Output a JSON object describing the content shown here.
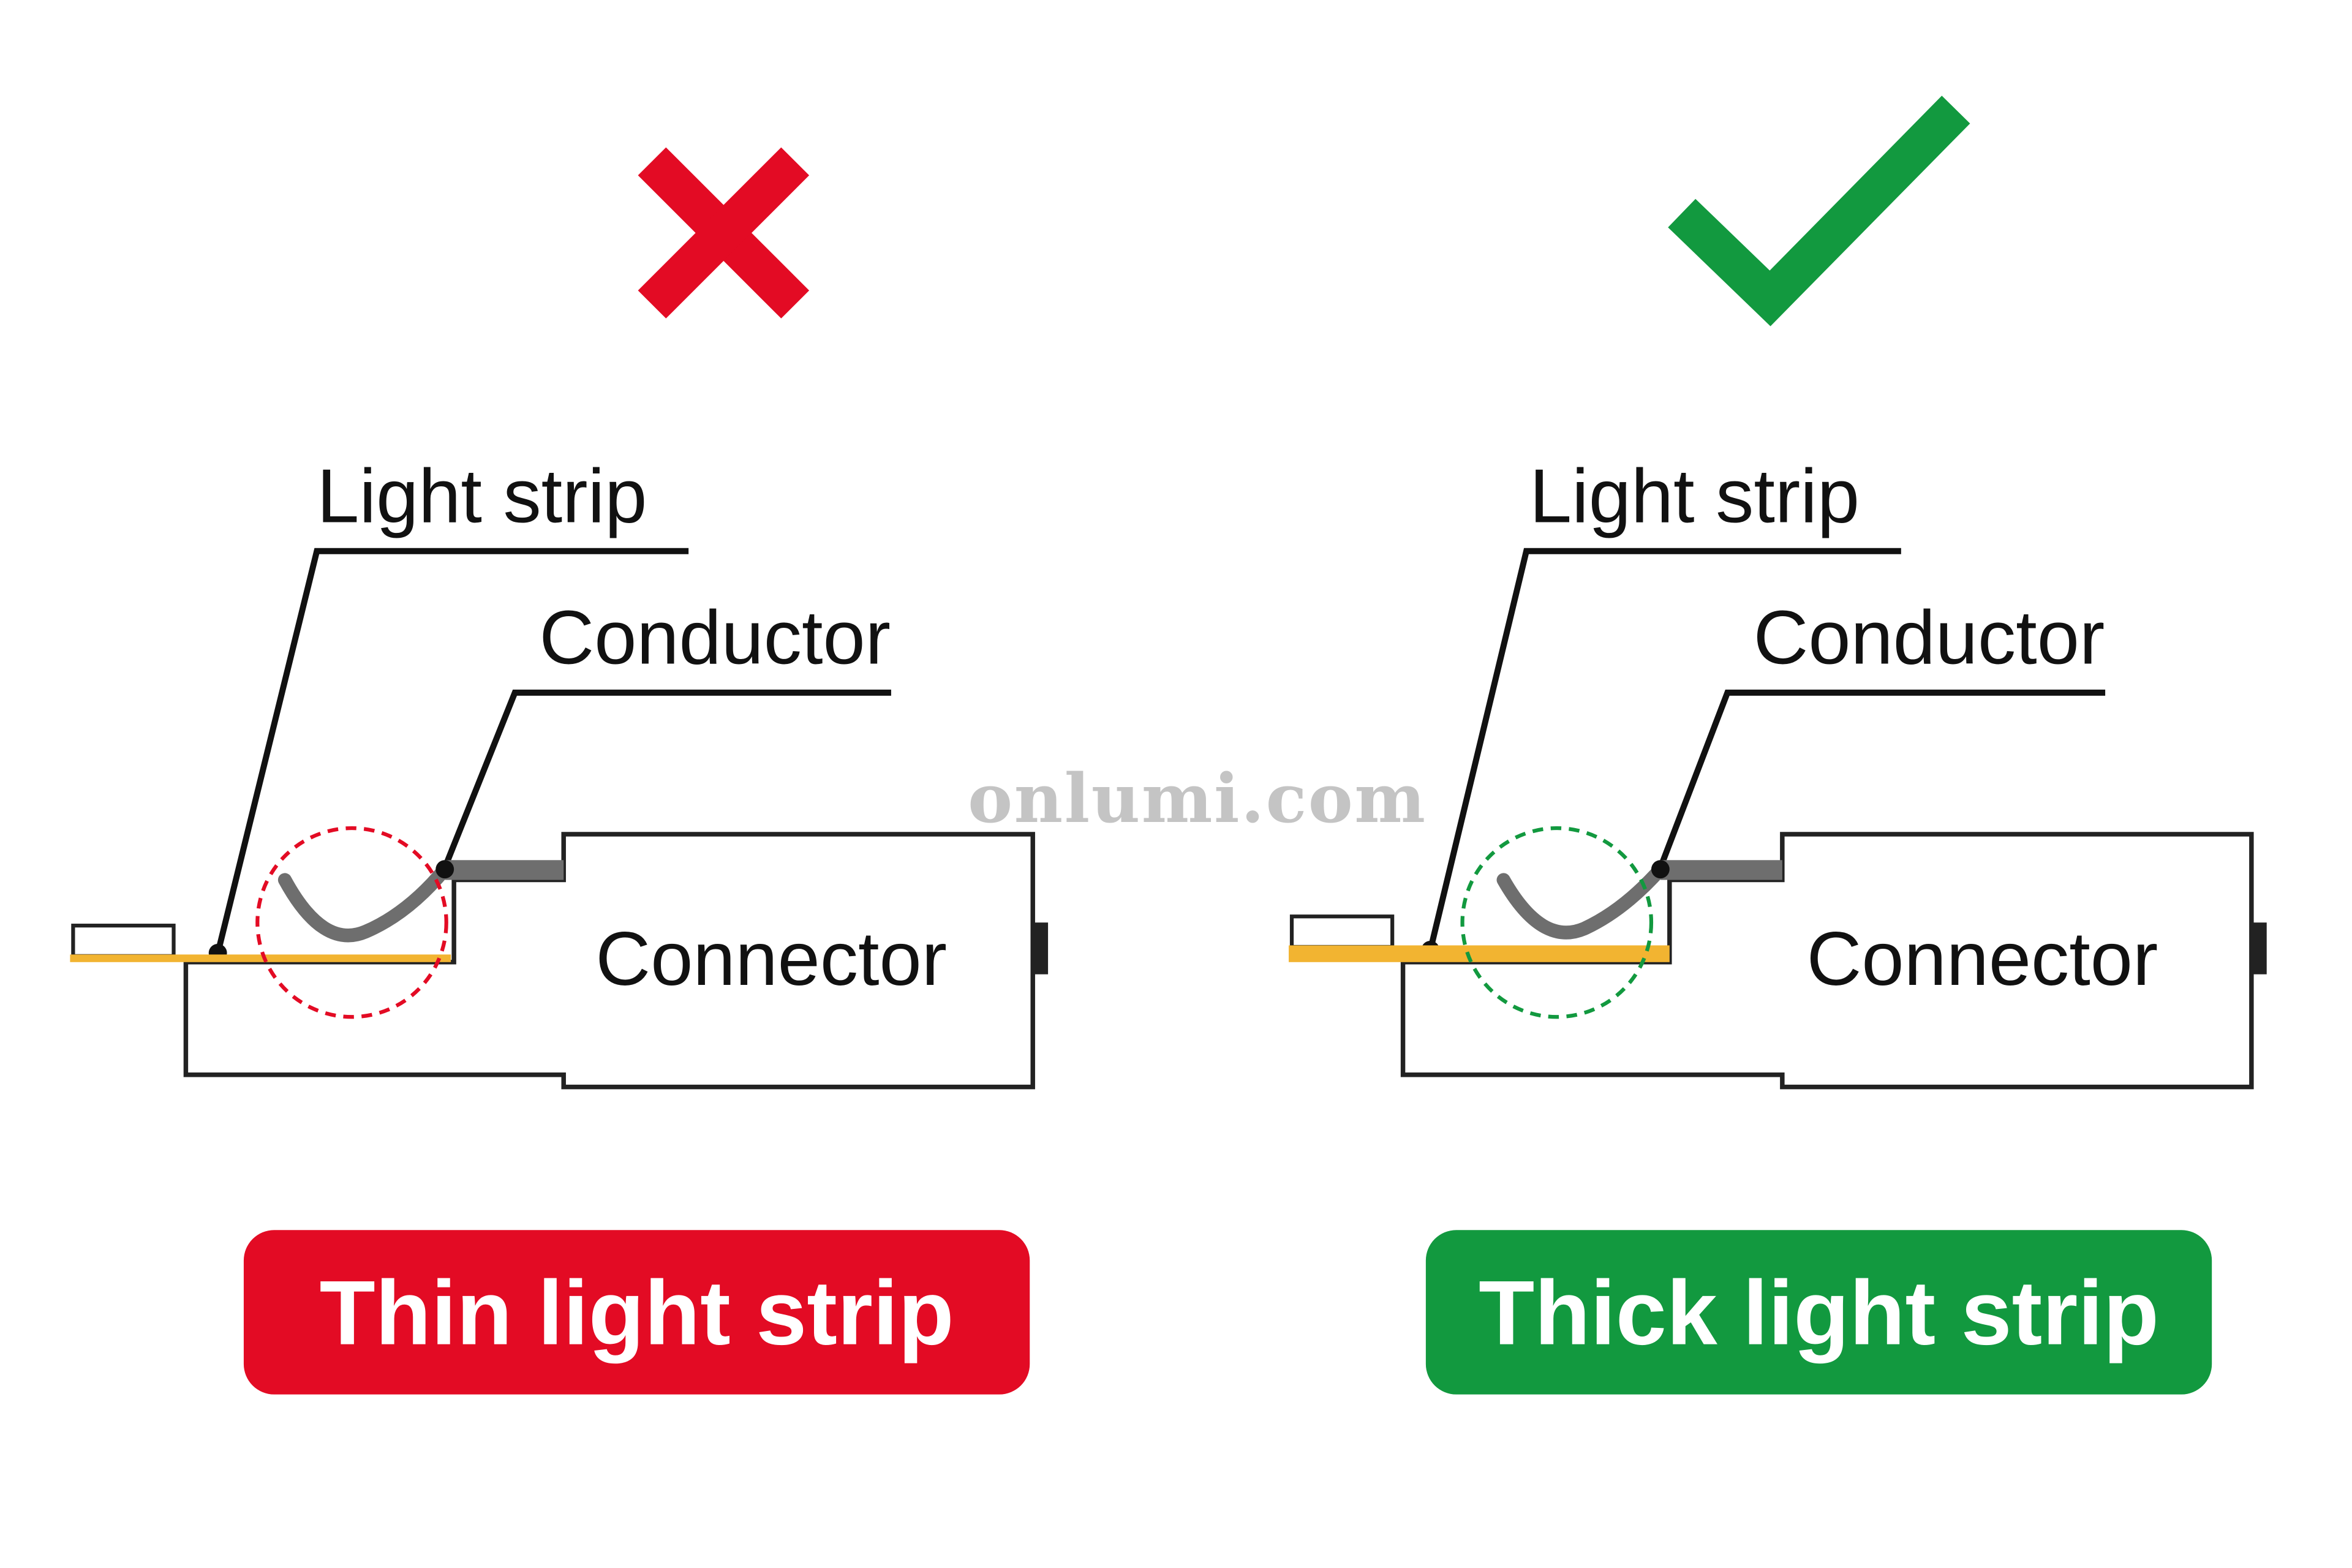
{
  "colors": {
    "bad": "#e30b24",
    "good": "#12993f",
    "strip": "#f2b431",
    "conductor": "#6e6e6e",
    "outline": "#222222",
    "watermark": "#c4c4c4"
  },
  "panels": {
    "left": {
      "status_icon": "cross-icon",
      "label_light_strip": "Light strip",
      "label_conductor": "Conductor",
      "label_connector": "Connector",
      "badge": "Thin light strip"
    },
    "right": {
      "status_icon": "checkmark-icon",
      "label_light_strip": "Light strip",
      "label_conductor": "Conductor",
      "label_connector": "Connector",
      "badge": "Thick light strip"
    }
  },
  "watermark": "onlumi.com"
}
